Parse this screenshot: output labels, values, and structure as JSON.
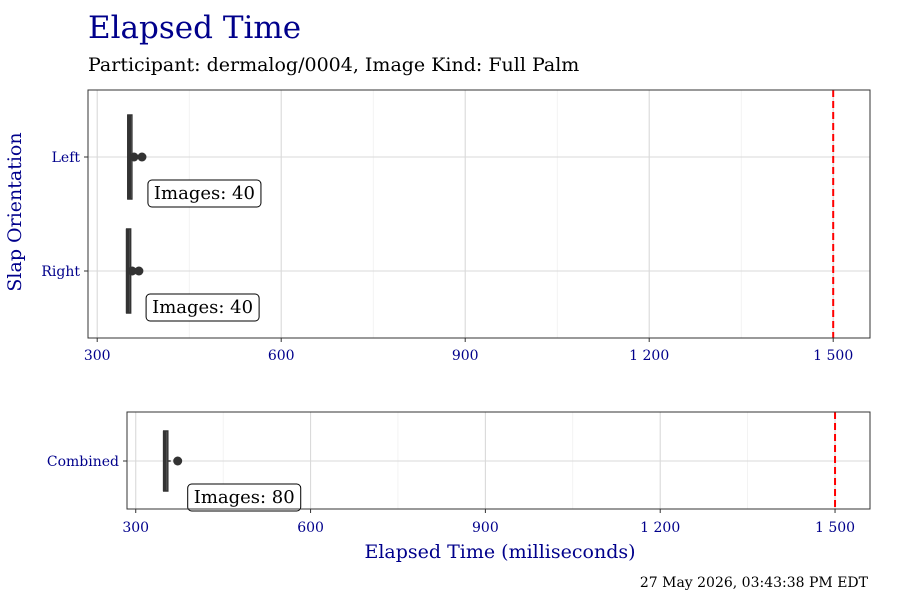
{
  "chart_data": {
    "type": "boxplot",
    "title": "Elapsed Time",
    "subtitle": "Participant: dermalog/0004, Image Kind: Full Palm",
    "xlabel": "Elapsed Time (milliseconds)",
    "ylabel": "Slap Orientation",
    "caption": "27 May 2026, 03:43:38 PM EDT",
    "threshold": 1500,
    "colors": {
      "title": "#00008b",
      "threshold": "#ff0000",
      "box": "#333333",
      "grid": "#d9d9d9"
    },
    "panels": [
      {
        "name": "by-orientation",
        "xlim": [
          285,
          1560
        ],
        "xticks": [
          300,
          600,
          900,
          1200,
          1500
        ],
        "xtick_labels": [
          "300",
          "600",
          "900",
          "1 200",
          "1 500"
        ],
        "categories": [
          {
            "label": "Left",
            "min": 350,
            "q1": 350,
            "median": 352,
            "q3": 355,
            "max": 355,
            "outliers": [
              360,
              373
            ],
            "annotation": "Images: 40"
          },
          {
            "label": "Right",
            "min": 348,
            "q1": 348,
            "median": 350,
            "q3": 352,
            "max": 352,
            "outliers": [
              357,
              368
            ],
            "annotation": "Images: 40"
          }
        ]
      },
      {
        "name": "combined",
        "xlim": [
          285,
          1560
        ],
        "xticks": [
          300,
          600,
          900,
          1200,
          1500
        ],
        "xtick_labels": [
          "300",
          "600",
          "900",
          "1 200",
          "1 500"
        ],
        "categories": [
          {
            "label": "Combined",
            "min": 347,
            "q1": 348,
            "median": 350,
            "q3": 355,
            "max": 360,
            "outliers": [
              372
            ],
            "annotation": "Images: 80"
          }
        ]
      }
    ]
  }
}
